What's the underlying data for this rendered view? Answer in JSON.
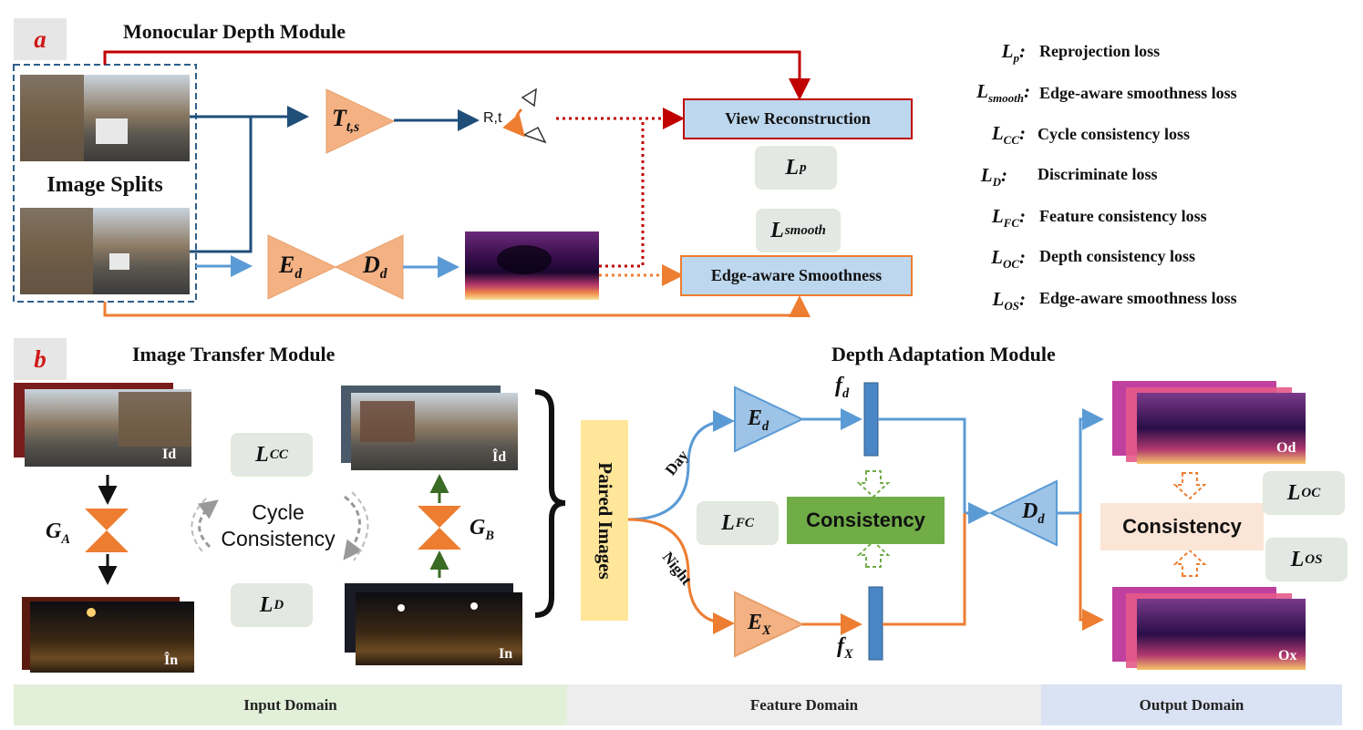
{
  "panel_a": {
    "tag": "a",
    "title": "Monocular Depth Module",
    "image_splits": "Image Splits",
    "pose_net": "T",
    "pose_net_sub": "t,s",
    "pose_out": "R,t",
    "encoder": "E",
    "encoder_sub": "d",
    "decoder": "D",
    "decoder_sub": "d",
    "view_recon": "View Reconstruction",
    "smoothness": "Edge-aware Smoothness",
    "loss_p": "L",
    "loss_p_sub": "p",
    "loss_smooth": "L",
    "loss_smooth_sub": "smooth"
  },
  "legend": [
    {
      "sym": "L",
      "sub": "p",
      "sep": ":",
      "text": "Reprojection loss"
    },
    {
      "sym": "L",
      "sub": "smooth",
      "sep": ":",
      "text": "Edge-aware smoothness loss"
    },
    {
      "sym": "L",
      "sub": "CC",
      "sep": ":",
      "text": "Cycle consistency loss"
    },
    {
      "sym": "L",
      "sub": "D",
      "sep": ":",
      "text": "Discriminate loss"
    },
    {
      "sym": "L",
      "sub": "FC",
      "sep": ":",
      "text": "Feature consistency loss"
    },
    {
      "sym": "L",
      "sub": "OC",
      "sep": ":",
      "text": "Depth consistency loss"
    },
    {
      "sym": "L",
      "sub": "OS",
      "sep": ":",
      "text": "Edge-aware smoothness loss"
    }
  ],
  "panel_b": {
    "tag": "b",
    "title_transfer": "Image Transfer Module",
    "title_adapt": "Depth Adaptation Module",
    "img_day": "Id",
    "img_day_fake": "Îd",
    "img_night": "In",
    "img_night_fake": "În",
    "gen_a": "G",
    "gen_a_sub": "A",
    "gen_b": "G",
    "gen_b_sub": "B",
    "cycle_line1": "Cycle",
    "cycle_line2": "Consistency",
    "loss_cc": "L",
    "loss_cc_sub": "CC",
    "loss_d": "L",
    "loss_d_sub": "D",
    "paired": "Paired Images",
    "day": "Day",
    "night": "Night",
    "enc_d": "E",
    "enc_d_sub": "d",
    "enc_x": "E",
    "enc_x_sub": "X",
    "feat_d": "f",
    "feat_d_sub": "d",
    "feat_x": "f",
    "feat_x_sub": "X",
    "consistency_feat": "Consistency",
    "loss_fc": "L",
    "loss_fc_sub": "FC",
    "dec_d": "D",
    "dec_d_sub": "d",
    "out_day": "Od",
    "out_night": "Ox",
    "consistency_out": "Consistency",
    "loss_oc": "L",
    "loss_oc_sub": "OC",
    "loss_os": "L",
    "loss_os_sub": "OS"
  },
  "domains": {
    "input": "Input Domain",
    "feature": "Feature Domain",
    "output": "Output Domain"
  },
  "colors": {
    "dark_blue": "#1f4e79",
    "light_blue": "#5b9bd5",
    "orange": "#ed7d31",
    "red": "#c00000",
    "green": "#70ad47",
    "salmon": "#f4b183"
  }
}
